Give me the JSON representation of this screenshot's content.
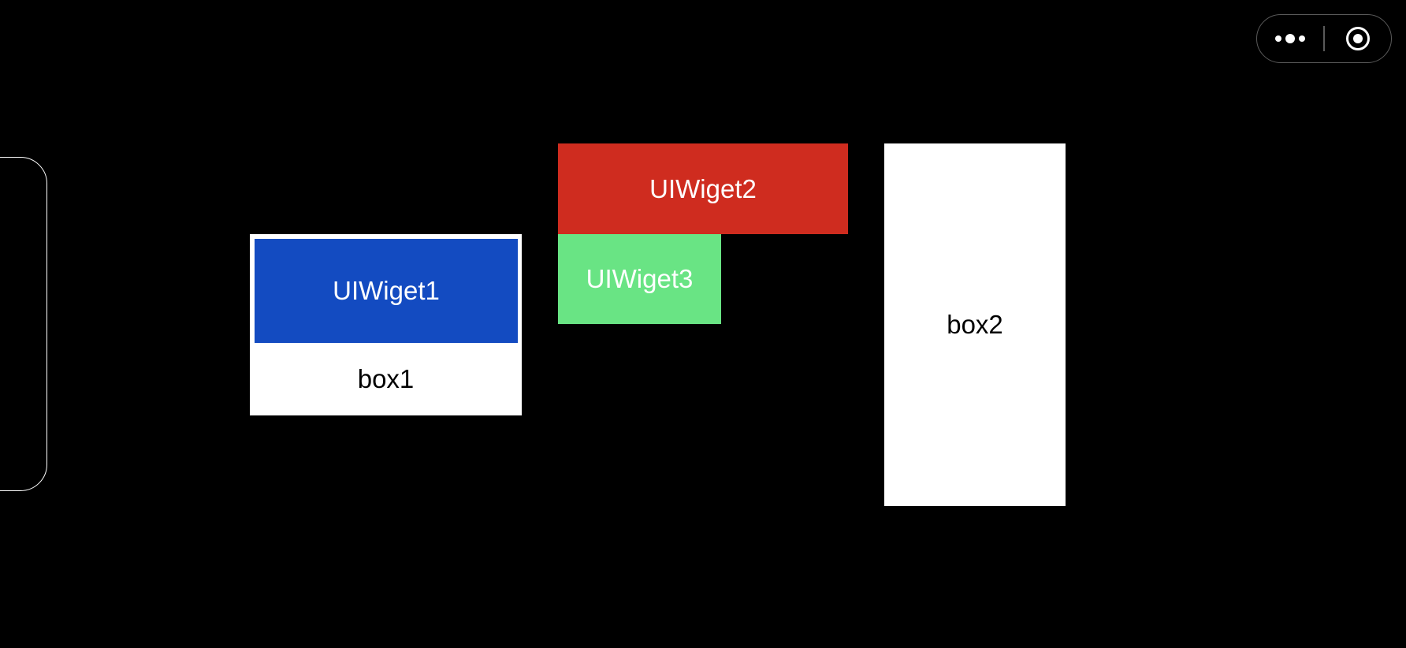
{
  "capsule": {
    "menu_icon": "more-dots-icon",
    "close_icon": "target-circle-icon"
  },
  "box1": {
    "widget_label": "UIWiget1",
    "label": "box1"
  },
  "widget2": {
    "label": "UIWiget2"
  },
  "widget3": {
    "label": "UIWiget3"
  },
  "box2": {
    "label": "box2"
  },
  "colors": {
    "background": "#000000",
    "widget1": "#134bc1",
    "widget2": "#cf2c1f",
    "widget3": "#69e484",
    "box": "#ffffff"
  }
}
